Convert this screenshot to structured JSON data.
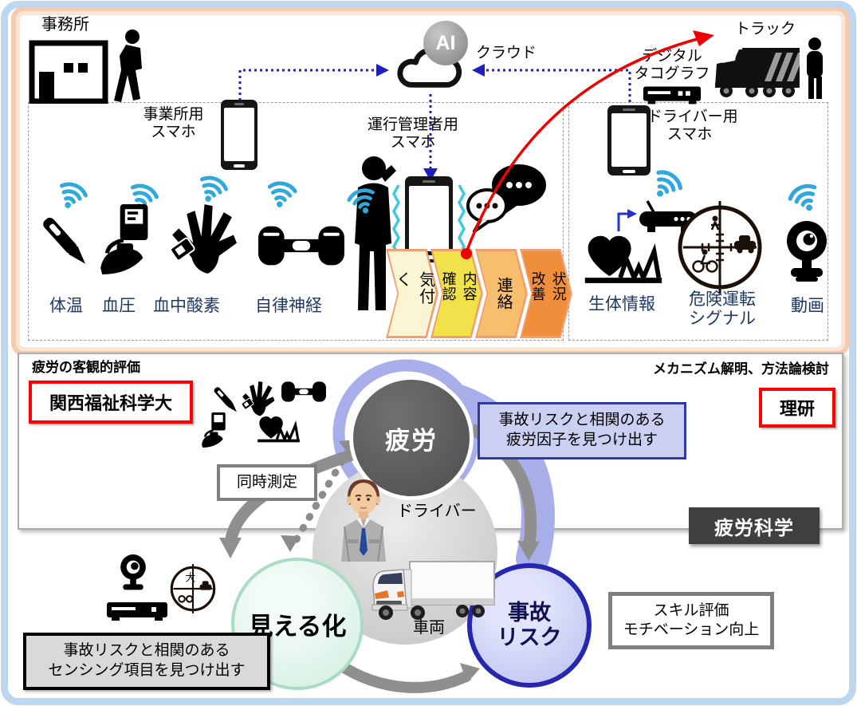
{
  "colors": {
    "frame_blue": "#BDD7EE",
    "peach_border": "#F8CBAD",
    "wifi_blue": "#2FA8DC",
    "label_navy": "#1F3864",
    "dotted_blue": "#2020C0",
    "alert_red": "#FF0000",
    "chevron_fills": [
      "#FCF5D4",
      "#F1E14B",
      "#F7BE6E",
      "#EF8E3B"
    ],
    "fatigue_gray": "#595959",
    "purple_band": "#A8AEE9",
    "risk_border": "#2626AE",
    "mint_fill": "#CFEEDF",
    "dark_box": "#3F3F3F"
  },
  "top": {
    "office_label": "事務所",
    "office_phone_label_1": "事業所用",
    "office_phone_label_2": "スマホ",
    "ai_badge": "AI",
    "cloud_label": "クラウド",
    "manager_phone_label_1": "運行管理者用",
    "manager_phone_label_2": "スマホ",
    "tachograph_label_1": "デジタル",
    "tachograph_label_2": "タコグラフ",
    "truck_label": "トラック",
    "driver_phone_label_1": "ドライバー用",
    "driver_phone_label_2": "スマホ",
    "sensor_labels": [
      "体温",
      "血圧",
      "血中酸素",
      "自律神経"
    ],
    "chevrons": [
      "気付く",
      "内容確認",
      "連絡",
      "状況改善"
    ],
    "bio_label": "生体情報",
    "danger_label_1": "危険運転",
    "danger_label_2": "シグナル",
    "video_label": "動画"
  },
  "bottom": {
    "objective_eval": "疲労の客観的評価",
    "kansai_univ": "関西福祉科学大",
    "mechanism": "メカニズム解明、方法論検討",
    "riken": "理研",
    "simultaneous": "同時測定",
    "fatigue_factor_1": "事故リスクと相関のある",
    "fatigue_factor_2": "疲労因子を見つけ出す",
    "fatigue_science": "疲労科学",
    "fatigue_circle": "疲労",
    "driver_label": "ドライバー",
    "vehicle_label": "車両",
    "visualization_circle": "見える化",
    "risk_circle_1": "事故",
    "risk_circle_2": "リスク",
    "skill_1": "スキル評価",
    "skill_2": "モチベーション向上",
    "sensing_1": "事故リスクと相関のある",
    "sensing_2": "センシング項目を見つけ出す"
  }
}
